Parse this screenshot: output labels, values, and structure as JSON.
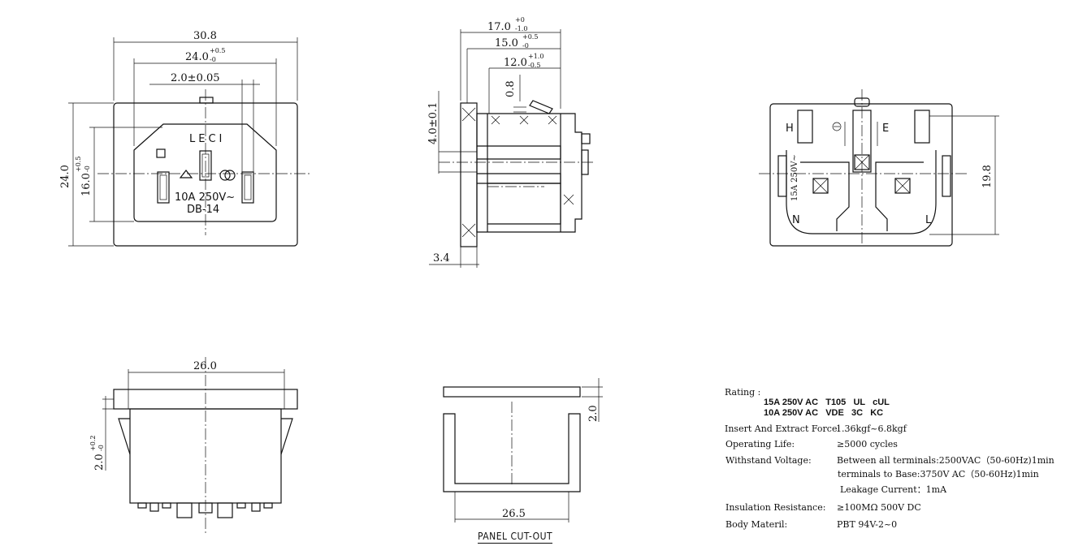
{
  "front_view": {
    "dim_width_overall": "30.8",
    "dim_width_inner": "24.0",
    "dim_width_inner_tol": "+0.5",
    "dim_width_inner_tol_low": "-0",
    "dim_pin_spacing": "2.0±0.05",
    "dim_height_overall": "24.0",
    "dim_height_inner": "16.0",
    "dim_height_inner_tol": "+0.5",
    "dim_height_inner_tol_low": "-0",
    "brand": "LECI",
    "marking_rating": "10A 250V~",
    "marking_model": "DB-14"
  },
  "side_view": {
    "dim_17": "17.0",
    "dim_17_tol": "+0",
    "dim_17_tol_low": "-1.0",
    "dim_15": "15.0",
    "dim_15_tol": "+0.5",
    "dim_15_tol_low": "-0",
    "dim_12": "12.0",
    "dim_12_tol": "+1.0",
    "dim_12_tol_low": "-0.5",
    "dim_08": "0.8",
    "dim_40": "4.0±0.1",
    "dim_34": "3.4"
  },
  "rear_view": {
    "label_h": "H",
    "label_e": "E",
    "label_n": "N",
    "label_l": "L",
    "marking_side": "15A 250V~",
    "dim_198": "19.8"
  },
  "bottom_view": {
    "dim_260": "26.0",
    "dim_20": "2.0",
    "dim_20_tol": "+0.2",
    "dim_20_tol_low": "-0"
  },
  "panel_cutout": {
    "title": "PANEL CUT-OUT",
    "dim_265": "26.5",
    "dim_20": "2.0"
  },
  "specs": {
    "rating_label": "Rating :",
    "rating_line1": "15A 250V AC   T105   UL   cUL",
    "rating_line2": "10A 250V AC   VDE   3C   KC",
    "rows": [
      {
        "label": "Insert And Extract Force:",
        "value": "1.36kgf~6.8kgf"
      },
      {
        "label": "Operating Life:",
        "value": "≥5000  cycles"
      },
      {
        "label": "Withstand Voltage:",
        "value": "Between all terminals:2500VAC（50-60Hz)1min"
      },
      {
        "label": "",
        "value": "terminals to Base:3750V AC（50-60Hz)1min"
      },
      {
        "label": "",
        "value": "Leakage Current：1mA"
      },
      {
        "label": "Insulation Resistance:",
        "value": "≥100MΩ  500V DC"
      },
      {
        "label": "Body Materil:",
        "value": "PBT   94V-2~0"
      }
    ]
  }
}
